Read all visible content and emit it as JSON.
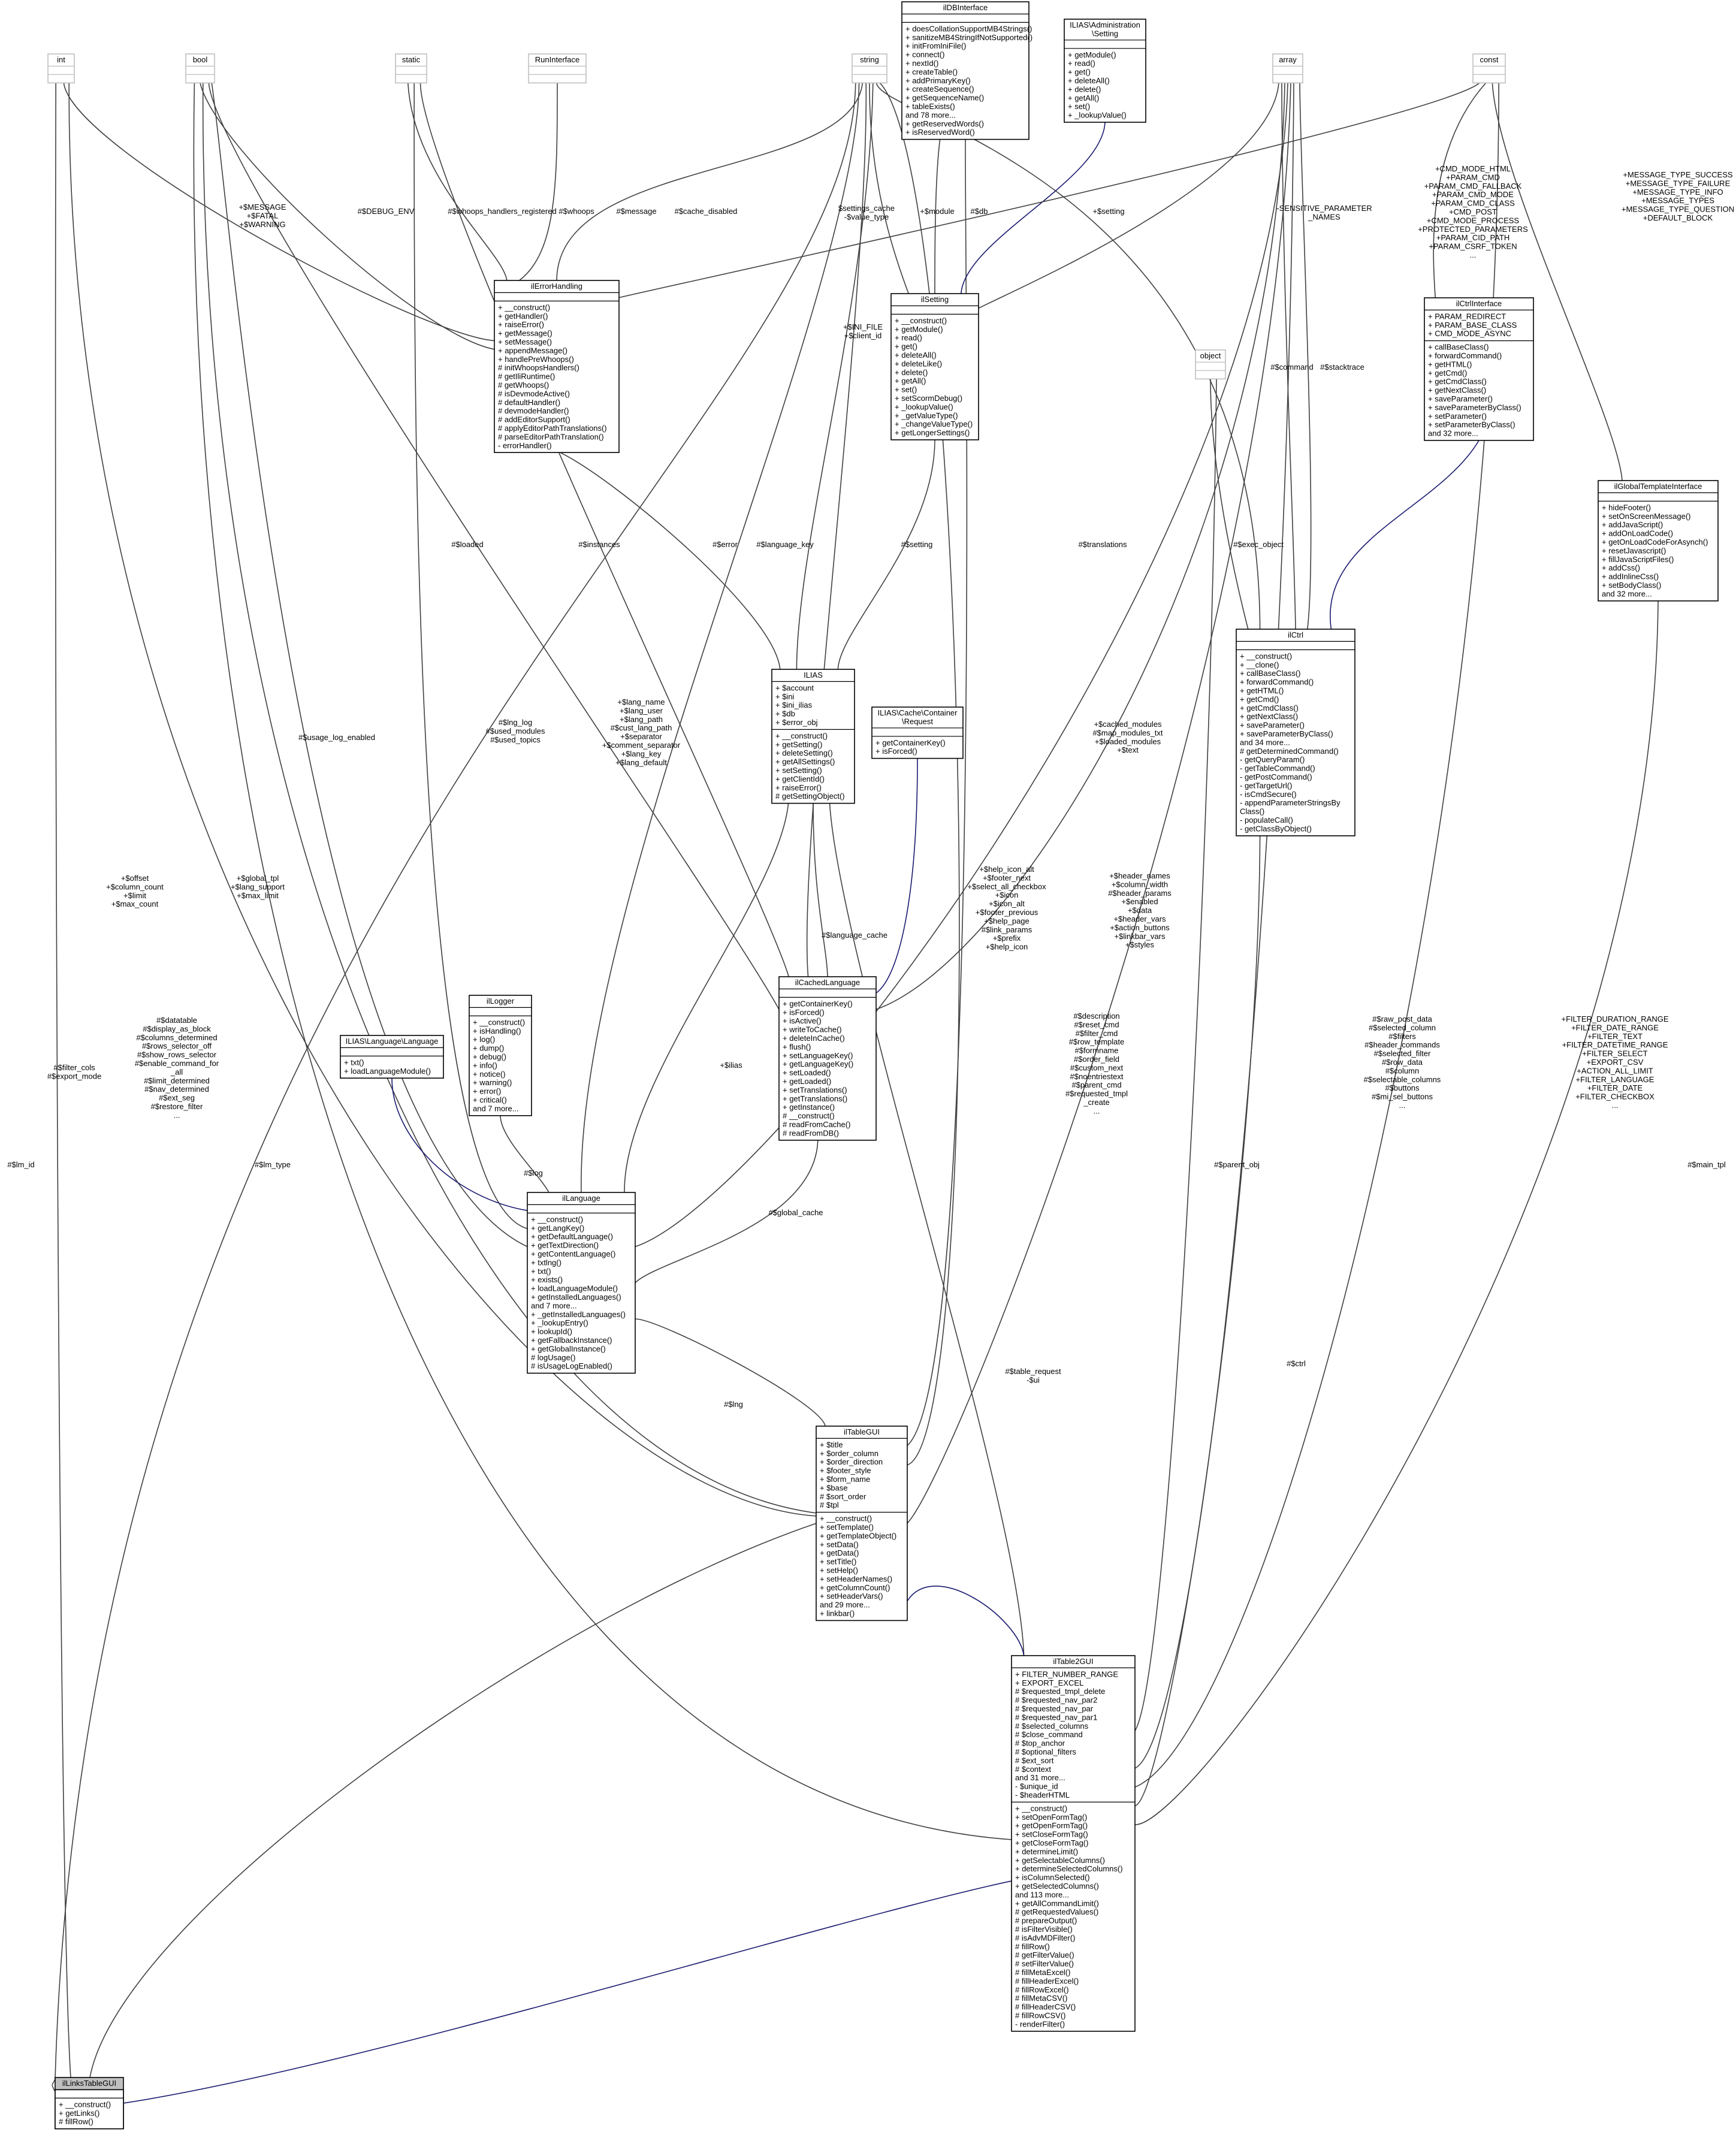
{
  "classes": [
    {
      "id": "int",
      "title": [
        "int"
      ],
      "attributes": [],
      "methods": [],
      "style": "gray"
    },
    {
      "id": "bool",
      "title": [
        "bool"
      ],
      "attributes": [],
      "methods": [],
      "style": "gray"
    },
    {
      "id": "static",
      "title": [
        "static"
      ],
      "attributes": [],
      "methods": [],
      "style": "gray"
    },
    {
      "id": "RunInterface",
      "title": [
        "RunInterface"
      ],
      "attributes": [],
      "methods": [],
      "style": "gray"
    },
    {
      "id": "string",
      "title": [
        "string"
      ],
      "attributes": [],
      "methods": [],
      "style": "gray"
    },
    {
      "id": "ilDBInterface",
      "title": [
        "ilDBInterface"
      ],
      "attributes": [],
      "methods": [
        "+ doesCollationSupportMB4Strings()",
        "+ sanitizeMB4StringIfNotSupported()",
        "+ initFromIniFile()",
        "+ connect()",
        "+ nextId()",
        "+ createTable()",
        "+ addPrimaryKey()",
        "+ createSequence()",
        "+ getSequenceName()",
        "+ tableExists()",
        "and 78 more...",
        "+ getReservedWords()",
        "+ isReservedWord()"
      ],
      "style": "normal"
    },
    {
      "id": "ILIASSetting",
      "title": [
        "ILIAS\\Administration",
        "\\Setting"
      ],
      "attributes": [],
      "methods": [
        "+ getModule()",
        "+ read()",
        "+ get()",
        "+ deleteAll()",
        "+ delete()",
        "+ getAll()",
        "+ set()",
        "+ _lookupValue()"
      ],
      "style": "normal"
    },
    {
      "id": "array",
      "title": [
        "array"
      ],
      "attributes": [],
      "methods": [],
      "style": "gray"
    },
    {
      "id": "const",
      "title": [
        "const"
      ],
      "attributes": [],
      "methods": [],
      "style": "gray"
    },
    {
      "id": "ilErrorHandling",
      "title": [
        "ilErrorHandling"
      ],
      "attributes": [],
      "methods": [
        "+ __construct()",
        "+ getHandler()",
        "+ raiseError()",
        "+ getMessage()",
        "+ setMessage()",
        "+ appendMessage()",
        "+ handlePreWhoops()",
        "# initWhoopsHandlers()",
        "# getIliRuntime()",
        "# getWhoops()",
        "# isDevmodeActive()",
        "# defaultHandler()",
        "# devmodeHandler()",
        "# addEditorSupport()",
        "# applyEditorPathTranslations()",
        "# parseEditorPathTranslation()",
        "- errorHandler()"
      ],
      "style": "normal"
    },
    {
      "id": "ilSetting",
      "title": [
        "ilSetting"
      ],
      "attributes": [],
      "methods": [
        "+ __construct()",
        "+ getModule()",
        "+ read()",
        "+ get()",
        "+ deleteAll()",
        "+ deleteLike()",
        "+ delete()",
        "+ getAll()",
        "+ set()",
        "+ setScormDebug()",
        "+ _lookupValue()",
        "+ _getValueType()",
        "+ _changeValueType()",
        "+ getLongerSettings()"
      ],
      "style": "normal"
    },
    {
      "id": "ilCtrlInterface",
      "title": [
        "ilCtrlInterface"
      ],
      "attributes": [
        "+ PARAM_REDIRECT",
        "+ PARAM_BASE_CLASS",
        "+ CMD_MODE_ASYNC"
      ],
      "methods": [
        "+ callBaseClass()",
        "+ forwardCommand()",
        "+ getHTML()",
        "+ getCmd()",
        "+ getCmdClass()",
        "+ getNextClass()",
        "+ saveParameter()",
        "+ saveParameterByClass()",
        "+ setParameter()",
        "+ setParameterByClass()",
        "and 32 more..."
      ],
      "style": "normal"
    },
    {
      "id": "object",
      "title": [
        "object"
      ],
      "attributes": [],
      "methods": [],
      "style": "gray"
    },
    {
      "id": "ilGlobalTemplateInterface",
      "title": [
        "ilGlobalTemplateInterface"
      ],
      "attributes": [],
      "methods": [
        "+ hideFooter()",
        "+ setOnScreenMessage()",
        "+ addJavaScript()",
        "+ addOnLoadCode()",
        "+ getOnLoadCodeForAsynch()",
        "+ resetJavascript()",
        "+ fillJavaScriptFiles()",
        "+ addCss()",
        "+ addInlineCss()",
        "+ setBodyClass()",
        "and 32 more..."
      ],
      "style": "normal"
    },
    {
      "id": "ILIAS",
      "title": [
        "ILIAS"
      ],
      "attributes": [
        "+ $account",
        "+ $ini",
        "+ $ini_ilias",
        "+ $db",
        "+ $error_obj"
      ],
      "methods": [
        "+ __construct()",
        "+ getSetting()",
        "+ deleteSetting()",
        "+ getAllSettings()",
        "+ setSetting()",
        "+ getClientId()",
        "+ raiseError()",
        "# getSettingObject()"
      ],
      "style": "normal"
    },
    {
      "id": "ilCtrl",
      "title": [
        "ilCtrl"
      ],
      "attributes": [],
      "methods": [
        "+ __construct()",
        "+ __clone()",
        "+ callBaseClass()",
        "+ forwardCommand()",
        "+ getHTML()",
        "+ getCmd()",
        "+ getCmdClass()",
        "+ getNextClass()",
        "+ saveParameter()",
        "+ saveParameterByClass()",
        "and 34 more...",
        "# getDeterminedCommand()",
        "- getQueryParam()",
        "- getTableCommand()",
        "- getPostCommand()",
        "- getTargetUrl()",
        "- isCmdSecure()",
        "- appendParameterStringsBy",
        "Class()",
        "- populateCall()",
        "- getClassByObject()"
      ],
      "style": "normal"
    },
    {
      "id": "CacheRequest",
      "title": [
        "ILIAS\\Cache\\Container",
        "\\Request"
      ],
      "attributes": [],
      "methods": [
        "+ getContainerKey()",
        "+ isForced()"
      ],
      "style": "normal"
    },
    {
      "id": "ilLogger",
      "title": [
        "ilLogger"
      ],
      "attributes": [],
      "methods": [
        "+ __construct()",
        "+ isHandling()",
        "+ log()",
        "+ dump()",
        "+ debug()",
        "+ info()",
        "+ notice()",
        "+ warning()",
        "+ error()",
        "+ critical()",
        "and 7 more..."
      ],
      "style": "normal"
    },
    {
      "id": "LanguageIface",
      "title": [
        "ILIAS\\Language\\Language"
      ],
      "attributes": [],
      "methods": [
        "+ txt()",
        "+ loadLanguageModule()"
      ],
      "style": "normal"
    },
    {
      "id": "ilCachedLanguage",
      "title": [
        "ilCachedLanguage"
      ],
      "attributes": [],
      "methods": [
        "+ getContainerKey()",
        "+ isForced()",
        "+ isActive()",
        "+ writeToCache()",
        "+ deleteInCache()",
        "+ flush()",
        "+ setLanguageKey()",
        "+ getLanguageKey()",
        "+ setLoaded()",
        "+ getLoaded()",
        "+ setTranslations()",
        "+ getTranslations()",
        "+ getInstance()",
        "# __construct()",
        "# readFromCache()",
        "# readFromDB()"
      ],
      "style": "normal"
    },
    {
      "id": "ilLanguage",
      "title": [
        "ilLanguage"
      ],
      "attributes": [],
      "methods": [
        "+ __construct()",
        "+ getLangKey()",
        "+ getDefaultLanguage()",
        "+ getTextDirection()",
        "+ getContentLanguage()",
        "+ txtlng()",
        "+ txt()",
        "+ exists()",
        "+ loadLanguageModule()",
        "+ getInstalledLanguages()",
        "and 7 more...",
        "+ _getInstalledLanguages()",
        "+ _lookupEntry()",
        "+ lookupId()",
        "+ getFallbackInstance()",
        "+ getGlobalInstance()",
        "# logUsage()",
        "# isUsageLogEnabled()"
      ],
      "style": "normal"
    },
    {
      "id": "ilTableGUI",
      "title": [
        "ilTableGUI"
      ],
      "attributes": [
        "+ $title",
        "+ $order_column",
        "+ $order_direction",
        "+ $footer_style",
        "+ $form_name",
        "+ $base",
        "# $sort_order",
        "# $tpl"
      ],
      "methods": [
        "+ __construct()",
        "+ setTemplate()",
        "+ getTemplateObject()",
        "+ setData()",
        "+ getData()",
        "+ setTitle()",
        "+ setHelp()",
        "+ setHeaderNames()",
        "+ getColumnCount()",
        "+ setHeaderVars()",
        "and 29 more...",
        "+ linkbar()"
      ],
      "style": "normal"
    },
    {
      "id": "ilTable2GUI",
      "title": [
        "ilTable2GUI"
      ],
      "attributes": [
        "+ FILTER_NUMBER_RANGE",
        "+ EXPORT_EXCEL",
        "# $requested_tmpl_delete",
        "# $requested_nav_par2",
        "# $requested_nav_par",
        "# $requested_nav_par1",
        "# $selected_columns",
        "# $close_command",
        "# $top_anchor",
        "# $optional_filters",
        "# $ext_sort",
        "# $context",
        "and 31 more...",
        "- $unique_id",
        "- $headerHTML"
      ],
      "methods": [
        "+ __construct()",
        "+ setOpenFormTag()",
        "+ getOpenFormTag()",
        "+ setCloseFormTag()",
        "+ getCloseFormTag()",
        "+ determineLimit()",
        "+ getSelectableColumns()",
        "+ determineSelectedColumns()",
        "+ isColumnSelected()",
        "+ getSelectedColumns()",
        "and 113 more...",
        "+ getAllCommandLimit()",
        "# getRequestedValues()",
        "# prepareOutput()",
        "# isFilterVisible()",
        "# isAdvMDFilter()",
        "# fillRow()",
        "# getFilterValue()",
        "# setFilterValue()",
        "# fillMetaExcel()",
        "# fillHeaderExcel()",
        "# fillRowExcel()",
        "# fillMetaCSV()",
        "# fillHeaderCSV()",
        "# fillRowCSV()",
        "- renderFilter()"
      ],
      "style": "normal"
    },
    {
      "id": "ilLinksTableGUI",
      "title": [
        "ilLinksTableGUI"
      ],
      "attributes": [],
      "methods": [
        "+ __construct()",
        "+ getLinks()",
        "# fillRow()"
      ],
      "style": "focus"
    }
  ],
  "edge_labels": [
    {
      "id": "message-fatal-warning",
      "lines": [
        "+$MESSAGE",
        "+$FATAL",
        "+$WARNING"
      ]
    },
    {
      "id": "debug-env",
      "lines": [
        "#$DEBUG_ENV"
      ]
    },
    {
      "id": "whoops-handlers",
      "lines": [
        "#$whoops_handlers_registered"
      ]
    },
    {
      "id": "whoops",
      "lines": [
        "#$whoops"
      ]
    },
    {
      "id": "message",
      "lines": [
        "#$message"
      ]
    },
    {
      "id": "cache-disabled",
      "lines": [
        "#$cache_disabled"
      ]
    },
    {
      "id": "settings-cache",
      "lines": [
        "$settings_cache",
        "-$value_type"
      ]
    },
    {
      "id": "module",
      "lines": [
        "+$module"
      ]
    },
    {
      "id": "db",
      "lines": [
        "#$db"
      ]
    },
    {
      "id": "setting-ctrl",
      "lines": [
        "+$setting"
      ]
    },
    {
      "id": "sensitive-param",
      "lines": [
        "-SENSITIVE_PARAMETER",
        "_NAMES"
      ]
    },
    {
      "id": "ctrl-interface-consts",
      "lines": [
        "+CMD_MODE_HTML",
        "+PARAM_CMD",
        "+PARAM_CMD_FALLBACK",
        "+PARAM_CMD_MODE",
        "+PARAM_CMD_CLASS",
        "+CMD_POST",
        "+CMD_MODE_PROCESS",
        "+PROTECTED_PARAMETERS",
        "+PARAM_CID_PATH",
        "+PARAM_CSRF_TOKEN",
        "..."
      ]
    },
    {
      "id": "message-types",
      "lines": [
        "+MESSAGE_TYPE_SUCCESS",
        "+MESSAGE_TYPE_FAILURE",
        "+MESSAGE_TYPE_INFO",
        "+MESSAGE_TYPES",
        "+MESSAGE_TYPE_QUESTION",
        "+DEFAULT_BLOCK"
      ]
    },
    {
      "id": "ini-file",
      "lines": [
        "+$INI_FILE",
        "+$client_id"
      ]
    },
    {
      "id": "command",
      "lines": [
        "#$command"
      ]
    },
    {
      "id": "stacktrace",
      "lines": [
        "#$stacktrace"
      ]
    },
    {
      "id": "loaded",
      "lines": [
        "#$loaded"
      ]
    },
    {
      "id": "instances",
      "lines": [
        "#$instances"
      ]
    },
    {
      "id": "error",
      "lines": [
        "#$error"
      ]
    },
    {
      "id": "language-key",
      "lines": [
        "#$language_key"
      ]
    },
    {
      "id": "setting-ilias",
      "lines": [
        "#$setting"
      ]
    },
    {
      "id": "translations",
      "lines": [
        "#$translations"
      ]
    },
    {
      "id": "exec-object",
      "lines": [
        "#$exec_object"
      ]
    },
    {
      "id": "usage-log-enabled",
      "lines": [
        "#$usage_log_enabled"
      ]
    },
    {
      "id": "lang-vars",
      "lines": [
        "+$lang_name",
        "+$lang_user",
        "+$lang_path",
        "#$cust_lang_path",
        "+$separator",
        "+$comment_separator",
        "+$lang_key",
        "+$lang_default"
      ]
    },
    {
      "id": "lng-log",
      "lines": [
        "#$lng_log",
        "#$used_modules",
        "#$used_topics"
      ]
    },
    {
      "id": "cached-modules",
      "lines": [
        "+$cached_modules",
        "#$map_modules_txt",
        "+$loaded_modules",
        "+$text"
      ]
    },
    {
      "id": "offset-limit",
      "lines": [
        "+$offset",
        "+$column_count",
        "+$limit",
        "+$max_count"
      ]
    },
    {
      "id": "global-tpl",
      "lines": [
        "+$global_tpl",
        "+$lang_support",
        "+$max_limit"
      ]
    },
    {
      "id": "help-icon",
      "lines": [
        "+$help_icon_alt",
        "+$footer_next",
        "+$select_all_checkbox",
        "+$icon",
        "+$icon_alt",
        "+$footer_previous",
        "+$help_page",
        "#$link_params",
        "+$prefix",
        "+$help_icon"
      ]
    },
    {
      "id": "header-names",
      "lines": [
        "+$header_names",
        "+$column_width",
        "#$header_params",
        "+$enabled",
        "+$data",
        "+$header_vars",
        "+$action_buttons",
        "+$linkbar_vars",
        "+$styles"
      ]
    },
    {
      "id": "language-cache",
      "lines": [
        "#$language_cache"
      ]
    },
    {
      "id": "datatable",
      "lines": [
        "#$datatable",
        "#$display_as_block",
        "#$columns_determined",
        "#$rows_selector_off",
        "#$show_rows_selector",
        "#$enable_command_for",
        "_all",
        "#$limit_determined",
        "#$nav_determined",
        "#$ext_seg",
        "#$restore_filter",
        "..."
      ]
    },
    {
      "id": "filter-cols",
      "lines": [
        "#$filter_cols",
        "#$export_mode"
      ]
    },
    {
      "id": "ilias-ref",
      "lines": [
        "+$ilias"
      ]
    },
    {
      "id": "log",
      "lines": [
        "#$log"
      ]
    },
    {
      "id": "description",
      "lines": [
        "#$description",
        "#$reset_cmd",
        "#$filter_cmd",
        "#$row_template",
        "#$formname",
        "#$order_field",
        "#$custom_next",
        "#$noentriestext",
        "#$parent_cmd",
        "#$requested_tmpl",
        "_create",
        "..."
      ]
    },
    {
      "id": "raw-post-data",
      "lines": [
        "#$raw_post_data",
        "#$selected_column",
        "#$filters",
        "#$header_commands",
        "#$selected_filter",
        "#$row_data",
        "#$column",
        "#$selectable_columns",
        "#$buttons",
        "#$mi_sel_buttons",
        "..."
      ]
    },
    {
      "id": "filter-consts",
      "lines": [
        "+FILTER_DURATION_RANGE",
        "+FILTER_DATE_RANGE",
        "+FILTER_TEXT",
        "+FILTER_DATETIME_RANGE",
        "+FILTER_SELECT",
        "+EXPORT_CSV",
        "+ACTION_ALL_LIMIT",
        "+FILTER_LANGUAGE",
        "+FILTER_DATE",
        "+FILTER_CHECKBOX",
        "..."
      ]
    },
    {
      "id": "global-cache",
      "lines": [
        "#$global_cache"
      ]
    },
    {
      "id": "lm-type",
      "lines": [
        "#$lm_type"
      ]
    },
    {
      "id": "lng",
      "lines": [
        "#$lng"
      ]
    },
    {
      "id": "table-request",
      "lines": [
        "#$table_request",
        "-$ui"
      ]
    },
    {
      "id": "parent-obj",
      "lines": [
        "#$parent_obj"
      ]
    },
    {
      "id": "ctrl",
      "lines": [
        "#$ctrl"
      ]
    },
    {
      "id": "main-tpl",
      "lines": [
        "#$main_tpl"
      ]
    },
    {
      "id": "lm-id",
      "lines": [
        "#$lm_id"
      ]
    }
  ]
}
